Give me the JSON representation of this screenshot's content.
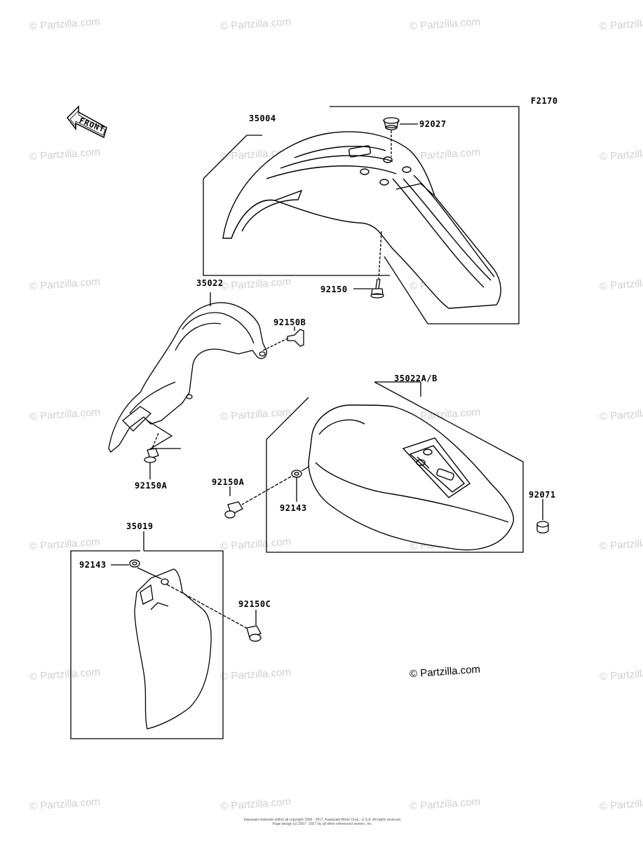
{
  "figure_code": "F2170",
  "front_label": "FRONT",
  "watermark": "© Partzilla.com",
  "brand": "© Partzilla.com",
  "copyright_line1": "Kawasaki materials within all copyright 1995 - 2017, Kawasaki Motor Corp., U.S.A. All rights reserved.",
  "copyright_line2": "Page design (c) 2007 - 2017 by all other referenced owners, Inc.",
  "parts": {
    "p35004": "35004",
    "p92027": "92027",
    "p92150": "92150",
    "p35022": "35022",
    "p92150B": "92150B",
    "p92150A_left": "92150A",
    "p35022AB": "35022A/B",
    "p92150A_mid": "92150A",
    "p92143_mid": "92143",
    "p92071": "92071",
    "p35019": "35019",
    "p92143_low": "92143",
    "p92150C": "92150C"
  }
}
